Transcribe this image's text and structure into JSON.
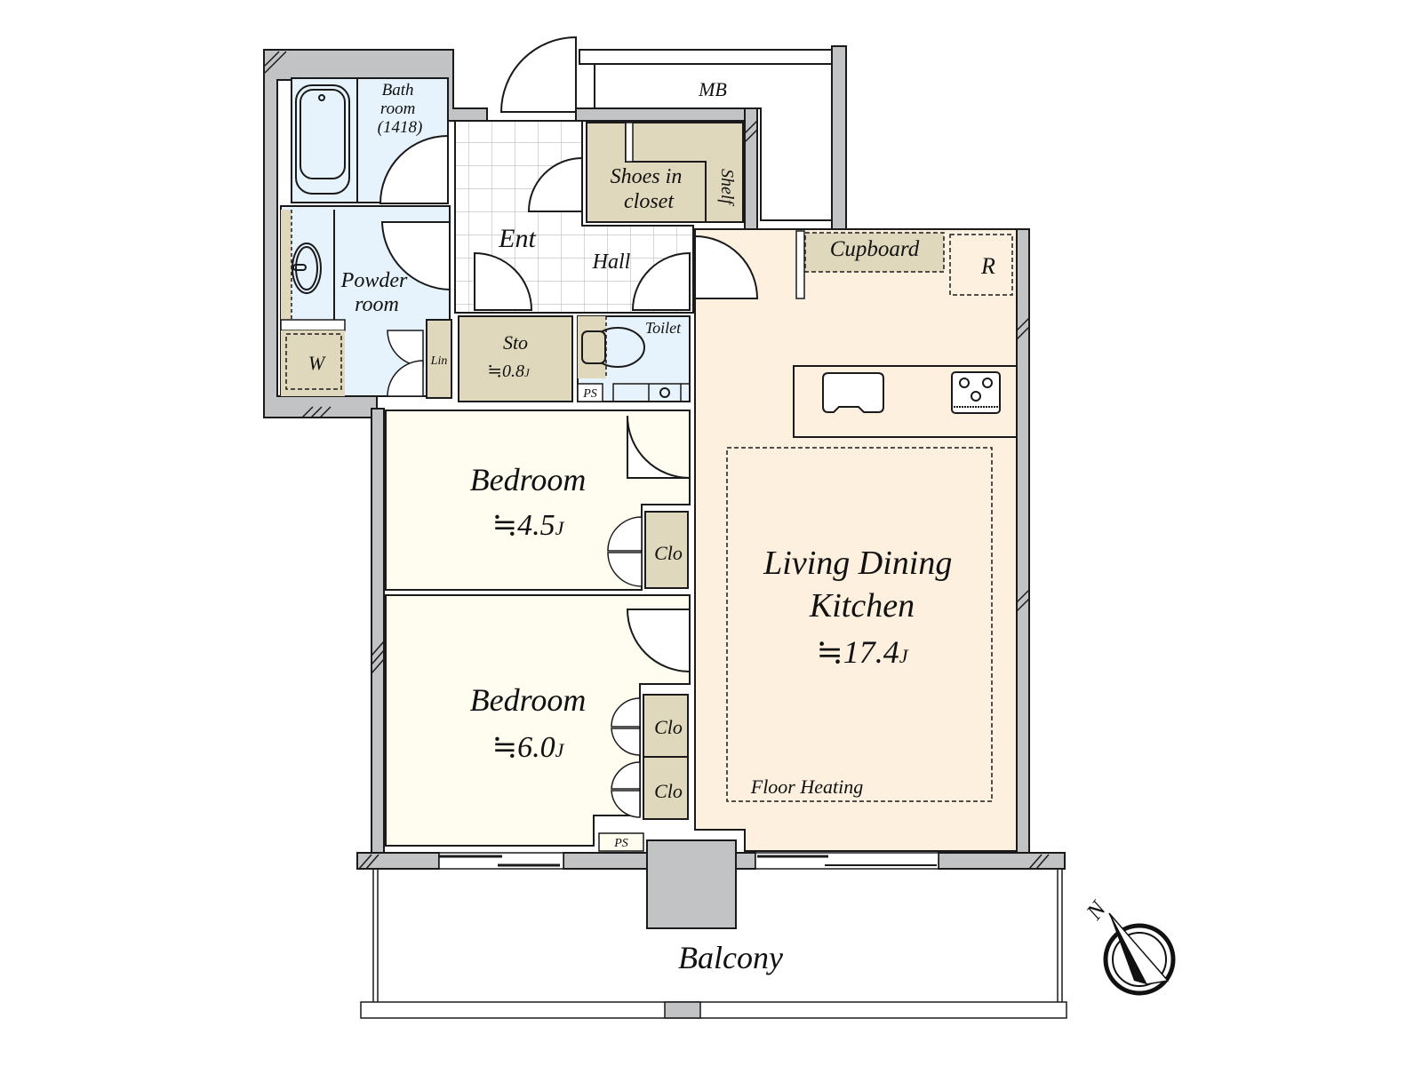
{
  "floorplan": {
    "rooms": {
      "bathroom": {
        "line1": "Bath",
        "line2": "room",
        "line3": "(1418)"
      },
      "powder_room": {
        "line1": "Powder",
        "line2": "room"
      },
      "washer": {
        "label": "W"
      },
      "linen": {
        "label": "Lin"
      },
      "entrance": {
        "label": "Ent"
      },
      "hall": {
        "label": "Hall"
      },
      "meter_box": {
        "label": "MB"
      },
      "shoes_closet": {
        "line1": "Shoes in",
        "line2": "closet"
      },
      "shelf": {
        "label": "Shelf"
      },
      "storage": {
        "label": "Sto",
        "area": "≒0.8",
        "unit": "J"
      },
      "toilet": {
        "label": "Toilet"
      },
      "ps_upper": {
        "label": "PS"
      },
      "ps_lower": {
        "label": "PS"
      },
      "cupboard": {
        "label": "Cupboard"
      },
      "refrigerator": {
        "label": "R"
      },
      "bedroom1": {
        "label": "Bedroom",
        "area": "≒4.5",
        "unit": "J"
      },
      "bedroom1_closet": {
        "label": "Clo"
      },
      "bedroom2": {
        "label": "Bedroom",
        "area": "≒6.0",
        "unit": "J"
      },
      "bedroom2_closet_a": {
        "label": "Clo"
      },
      "bedroom2_closet_b": {
        "label": "Clo"
      },
      "ldk": {
        "line1": "Living Dining",
        "line2": "Kitchen",
        "area": "≒17.4",
        "unit": "J"
      },
      "floor_heating": {
        "label": "Floor Heating"
      },
      "balcony": {
        "label": "Balcony"
      }
    },
    "compass": {
      "label": "N"
    },
    "colors": {
      "wall": "#c2c3c4",
      "wet_area": "#e6f3fc",
      "storage": "#e0d8bc",
      "bedroom": "#fffcf0",
      "ldk": "#fdf0de",
      "tile_grid": "#bbbbbb",
      "line": "#1a1a1a"
    }
  }
}
